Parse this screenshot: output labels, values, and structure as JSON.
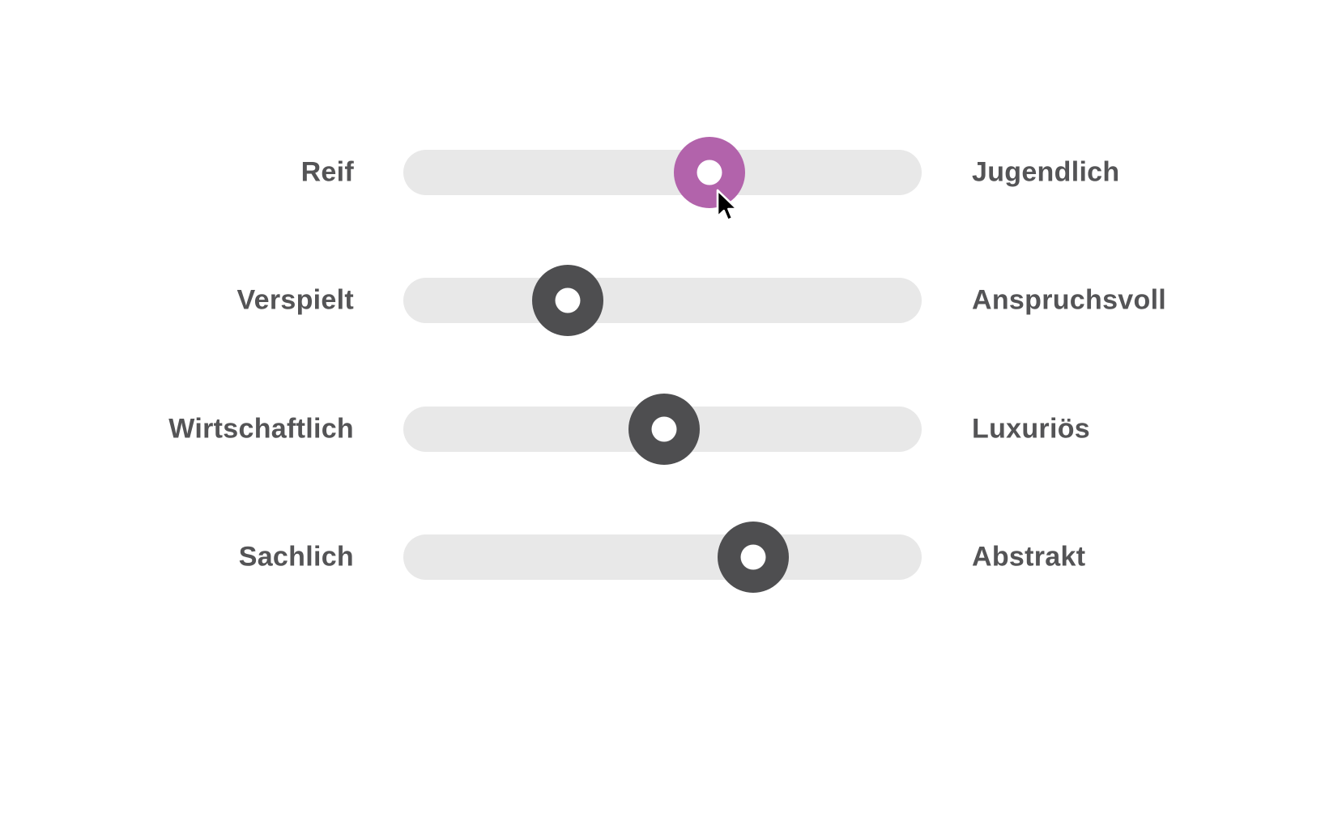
{
  "colors": {
    "background": "#ffffff",
    "track": "#e8e8e8",
    "handle": "#4e4e50",
    "active_handle": "#b263ab",
    "label": "#545456",
    "handle_hole": "#ffffff"
  },
  "sliders": [
    {
      "id": "reif-jugendlich",
      "left_label": "Reif",
      "right_label": "Jugendlich",
      "value_percent": 59.1,
      "active": true
    },
    {
      "id": "verspielt-anspruchsvoll",
      "left_label": "Verspielt",
      "right_label": "Anspruchsvoll",
      "value_percent": 31.7,
      "active": false
    },
    {
      "id": "wirtschaftlich-luxurioes",
      "left_label": "Wirtschaftlich",
      "right_label": "Luxuriös",
      "value_percent": 50.3,
      "active": false
    },
    {
      "id": "sachlich-abstrakt",
      "left_label": "Sachlich",
      "right_label": "Abstrakt",
      "value_percent": 67.5,
      "active": false
    }
  ],
  "cursor": {
    "icon": "arrow-pointer",
    "visible": true
  }
}
